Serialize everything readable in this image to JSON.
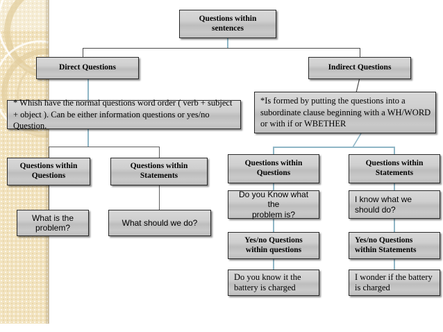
{
  "slide": {
    "title_node": {
      "label": "Questions within\nsentences"
    },
    "branches": {
      "direct": {
        "label": "Direct Questions"
      },
      "indirect": {
        "label": "Indirect Questions"
      }
    },
    "descriptions": {
      "direct": "* Whish have the normal questions word  order ( verb + subject + object ). Can be either information questions or yes/no Question.",
      "indirect": "*Is formed by putting the questions into a subordinate clause beginning with a WH/WORD or with if or WBETHER"
    },
    "direct_column": {
      "questions_within_questions": {
        "header": "Questions within\nQuestions",
        "example": "What is the\nproblem?"
      },
      "questions_within_statements": {
        "header": "Questions within\nStatements",
        "example": "What should we do?"
      }
    },
    "indirect_column": {
      "questions_within_questions": {
        "header": "Questions within\nQuestions",
        "example": "Do you Know what the\nproblem is?",
        "yesno_header": "Yes/no Questions\nwithin questions",
        "yesno_example": "Do you know it the battery is charged"
      },
      "questions_within_statements": {
        "header": "Questions within\nStatements",
        "example": "I know what we\nshould do?",
        "yesno_header": "Yes/no Questions\nwithin Statements",
        "yesno_example": "I wonder if the battery is charged"
      }
    },
    "colors": {
      "band_background": "#f2e3bf",
      "node_fill": "#c9c9c9",
      "node_border": "#2a2a2a",
      "connector_blue": "#8fb6c6",
      "connector_dark": "#4a4a4a",
      "slide_background": "#ffffff"
    }
  }
}
